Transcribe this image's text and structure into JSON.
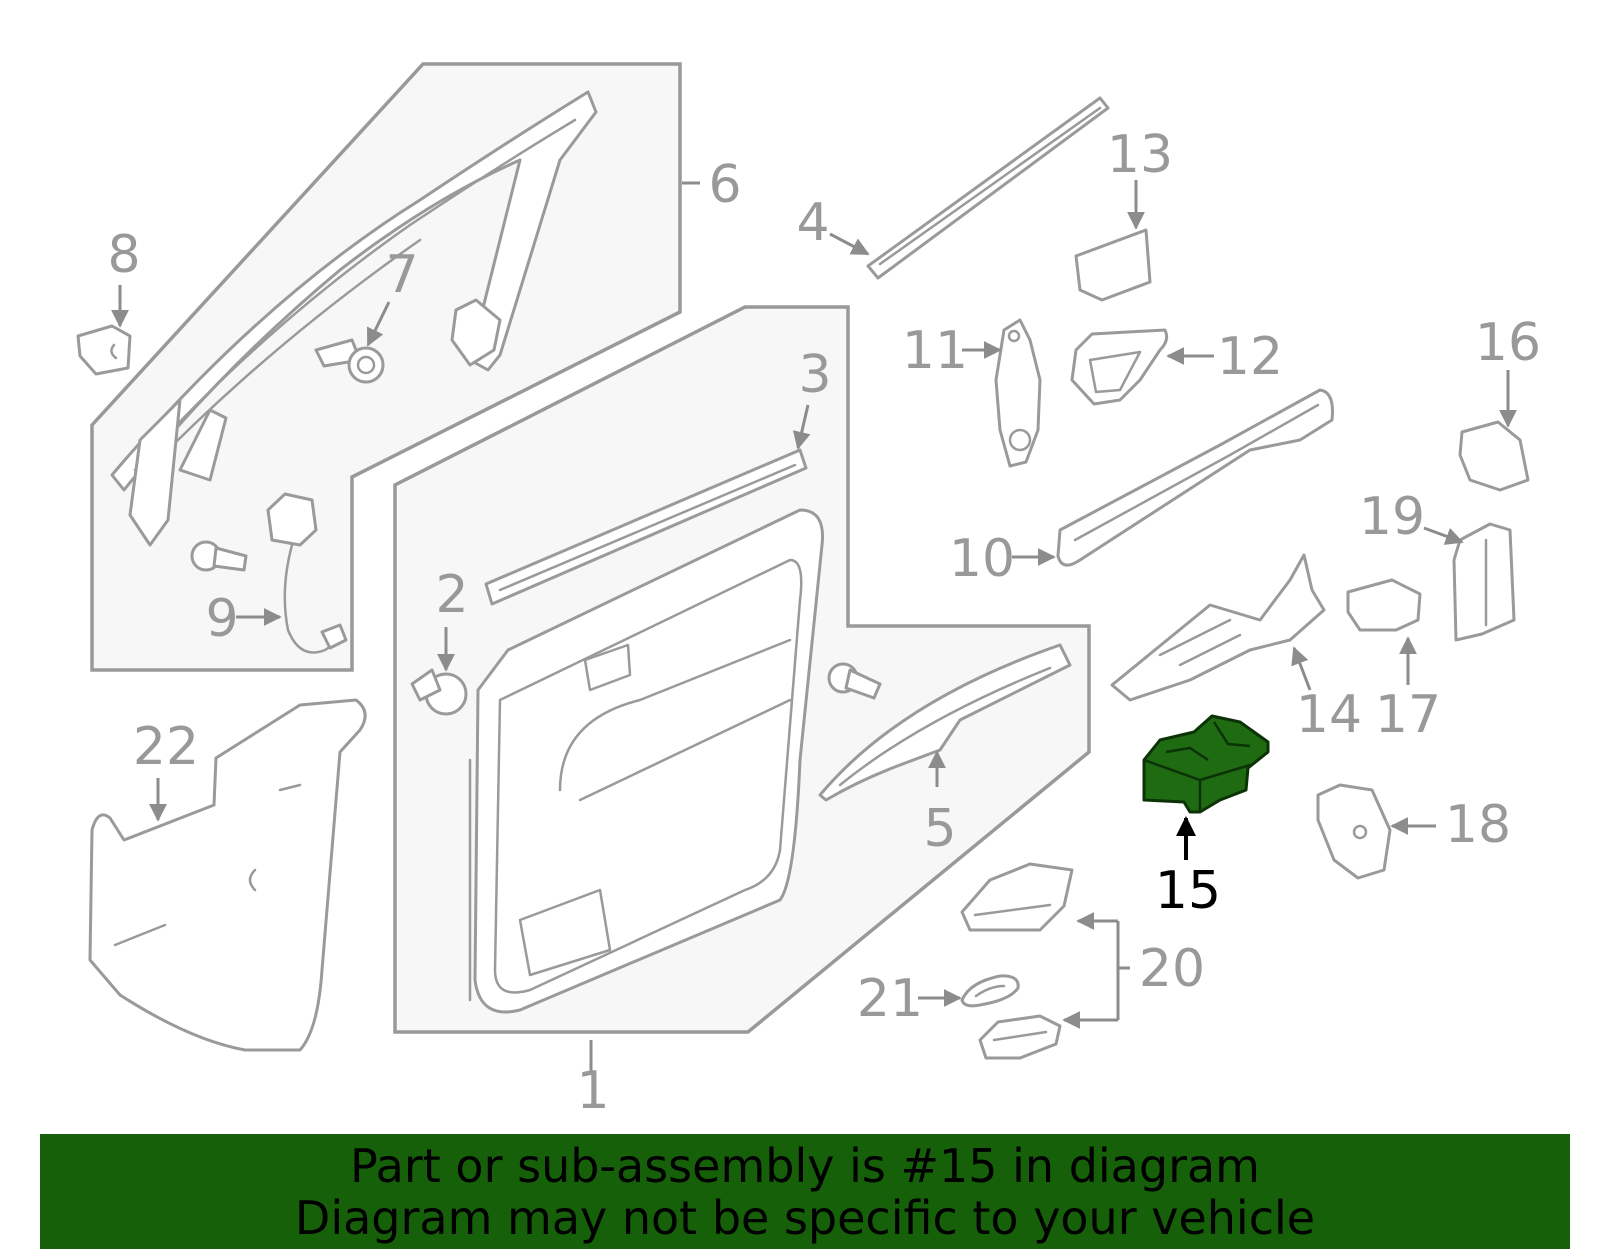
{
  "highlight_color": "#1f6b12",
  "banner_color": "#156008",
  "highlighted_part": "15",
  "callouts": [
    "1",
    "2",
    "3",
    "4",
    "5",
    "6",
    "7",
    "8",
    "9",
    "10",
    "11",
    "12",
    "13",
    "14",
    "15",
    "16",
    "17",
    "18",
    "19",
    "20",
    "21",
    "22"
  ],
  "banner": {
    "line1": "Part or sub-assembly is #15 in diagram",
    "line2": "Diagram may not be specific to your vehicle"
  }
}
